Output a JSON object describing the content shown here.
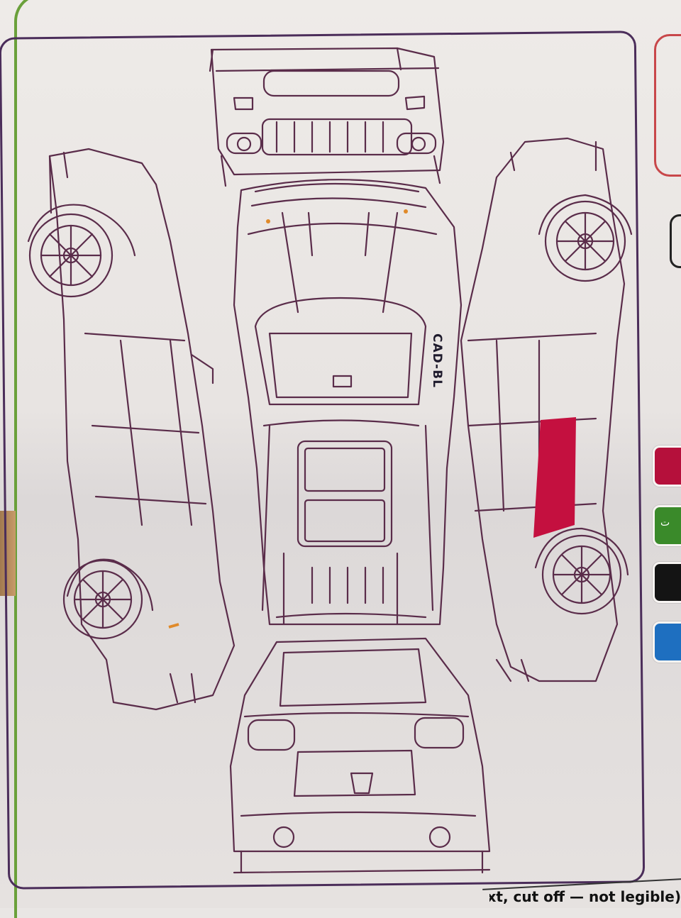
{
  "document": {
    "type": "Vehicle inspection damage diagram form (photographed)",
    "diagram_code": "CAD-BL",
    "views": [
      "front",
      "top",
      "left-side",
      "right-side",
      "rear"
    ]
  },
  "legend": {
    "swatches": [
      {
        "color": "#b5103b",
        "label": ""
      },
      {
        "color": "#3a8a2a",
        "label": "ت"
      },
      {
        "color": "#141414",
        "label": ""
      },
      {
        "color": "#1e6fc0",
        "label": ""
      }
    ],
    "top_box_border": "#c8474a",
    "second_box_border": "#222222"
  },
  "damage_markings": [
    {
      "view": "right-side",
      "location": "rear door panel",
      "color": "#c4103f"
    }
  ],
  "footer": {
    "partial_text": "(partial Arabic text, cut off — not legible)"
  },
  "colors": {
    "line_art": "#5a2c4a",
    "frame": "#4b2d5a",
    "paper": "#ebe7e5",
    "green_border": "#6aa03a"
  }
}
